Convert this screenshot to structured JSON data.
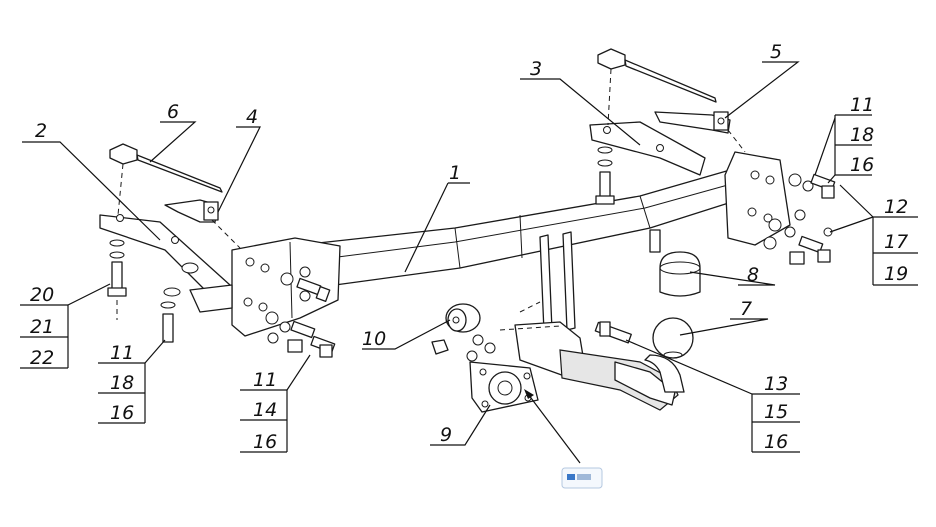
{
  "callouts": {
    "c1": "1",
    "c2": "2",
    "c3": "3",
    "c4": "4",
    "c5": "5",
    "c6": "6",
    "c7": "7",
    "c8": "8",
    "c9": "9",
    "c10": "10",
    "right_upper": [
      "11",
      "18",
      "16"
    ],
    "right_mid": [
      "12",
      "17",
      "19"
    ],
    "left_stack_a": [
      "20",
      "21",
      "22"
    ],
    "left_stack_b": [
      "11",
      "18",
      "16"
    ],
    "left_stack_c": [
      "11",
      "14",
      "16"
    ],
    "right_lower": [
      "13",
      "15",
      "16"
    ]
  },
  "colors": {
    "line": "#1a1a1a",
    "accent_icon": "#3a78c8"
  },
  "icons": {
    "small_badge": "socket-thumbnail-icon"
  }
}
